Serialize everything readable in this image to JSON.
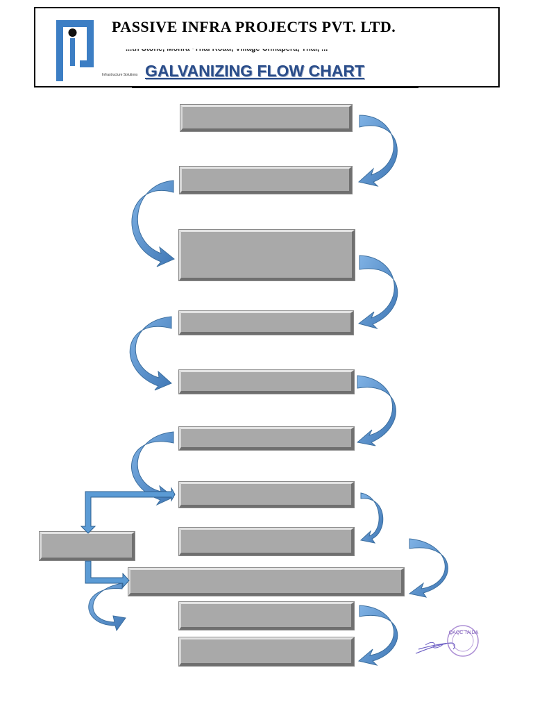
{
  "header": {
    "company_name": "PASSIVE INFRA PROJECTS PVT. LTD.",
    "address": "...th Stone, Mohra -Thai Road, Village Chhapera, Thai, ...",
    "logo_caption": "Infrastructure Solutions",
    "document_title": "GALVANIZING FLOW CHART"
  },
  "flow": {
    "steps": [
      {
        "label": ""
      },
      {
        "label": ""
      },
      {
        "label": ""
      },
      {
        "label": ""
      },
      {
        "label": ""
      },
      {
        "label": ""
      },
      {
        "label": ""
      },
      {
        "label": ""
      },
      {
        "label": ""
      },
      {
        "label": ""
      },
      {
        "label": ""
      },
      {
        "label": ""
      }
    ]
  },
  "colors": {
    "arrow_blue": "#5b9bd5",
    "arrow_dark": "#2e5f8f",
    "box_gray": "#a9a9a9",
    "logo_blue": "#3c7ec4"
  },
  "stamp": {
    "text": "QAQC TAIDA"
  }
}
